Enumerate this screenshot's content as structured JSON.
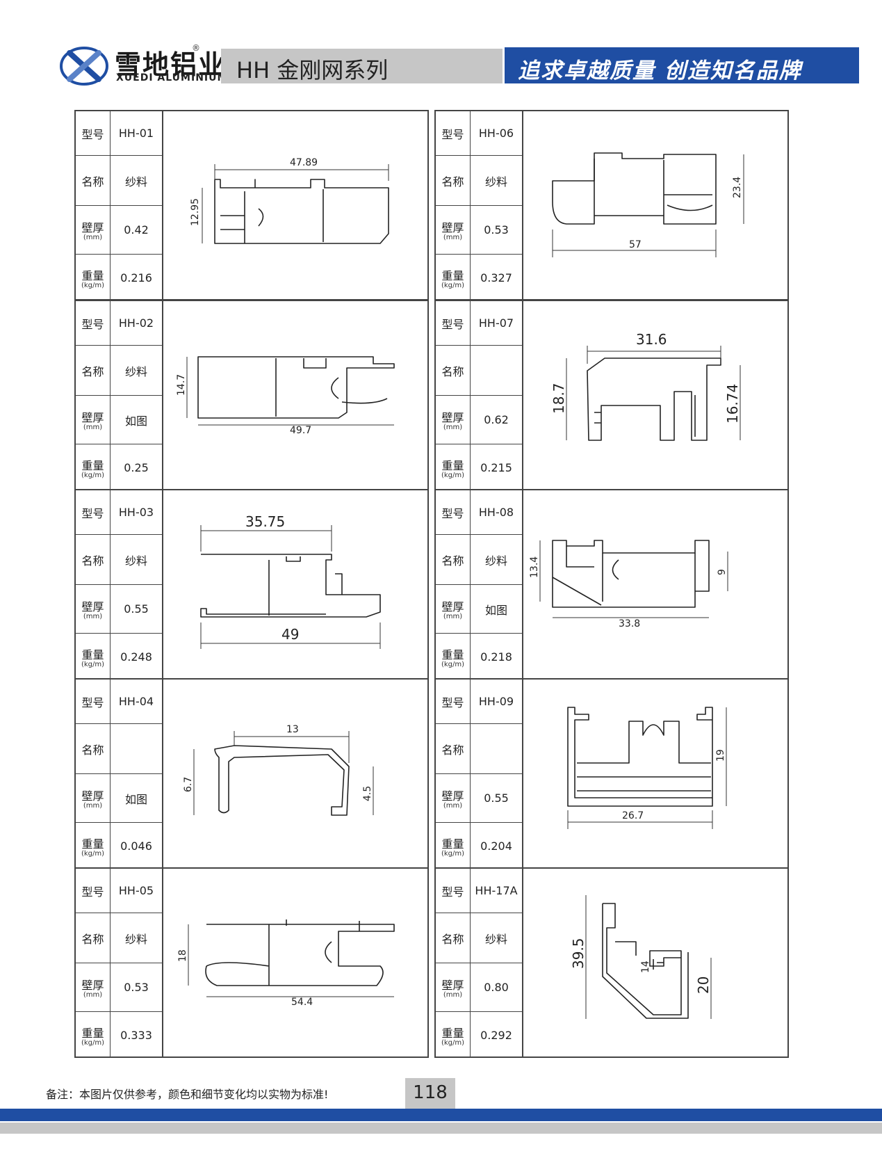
{
  "header": {
    "brand_cn": "雪地铝业",
    "brand_reg": "®",
    "brand_en": "XUEDI ALUMINIUM",
    "series_title": "HH 金刚网系列",
    "slogan": "追求卓越质量 创造知名品牌",
    "colors": {
      "accent_blue": "#1f4ea3",
      "bar_gray": "#c6c6c6"
    }
  },
  "labels": {
    "model": "型号",
    "name": "名称",
    "thickness": "壁厚",
    "thickness_unit": "(mm)",
    "weight": "重量",
    "weight_unit": "(kg/m)"
  },
  "products": [
    {
      "model": "HH-01",
      "name": "纱料",
      "thickness": "0.42",
      "weight": "0.216",
      "dims": [
        "47.89",
        "12.95"
      ]
    },
    {
      "model": "HH-06",
      "name": "纱料",
      "thickness": "0.53",
      "weight": "0.327",
      "dims": [
        "23.4",
        "57"
      ]
    },
    {
      "model": "HH-02",
      "name": "纱料",
      "thickness": "如图",
      "weight": "0.25",
      "dims": [
        "14.7",
        "49.7"
      ]
    },
    {
      "model": "HH-07",
      "name": "",
      "thickness": "0.62",
      "weight": "0.215",
      "dims": [
        "31.6",
        "18.7",
        "16.74"
      ]
    },
    {
      "model": "HH-03",
      "name": "纱料",
      "thickness": "0.55",
      "weight": "0.248",
      "dims": [
        "35.75",
        "49"
      ]
    },
    {
      "model": "HH-08",
      "name": "纱料",
      "thickness": "如图",
      "weight": "0.218",
      "dims": [
        "13.4",
        "9",
        "33.8"
      ]
    },
    {
      "model": "HH-04",
      "name": "",
      "thickness": "如图",
      "weight": "0.046",
      "dims": [
        "13",
        "6.7",
        "4.5"
      ]
    },
    {
      "model": "HH-09",
      "name": "",
      "thickness": "0.55",
      "weight": "0.204",
      "dims": [
        "19",
        "26.7"
      ]
    },
    {
      "model": "HH-05",
      "name": "纱料",
      "thickness": "0.53",
      "weight": "0.333",
      "dims": [
        "18",
        "54.4"
      ]
    },
    {
      "model": "HH-17A",
      "name": "纱料",
      "thickness": "0.80",
      "weight": "0.292",
      "dims": [
        "39.5",
        "14",
        "20"
      ]
    }
  ],
  "footer": {
    "note": "备注：本图片仅供参考，颜色和细节变化均以实物为标准!",
    "page_number": "118"
  }
}
